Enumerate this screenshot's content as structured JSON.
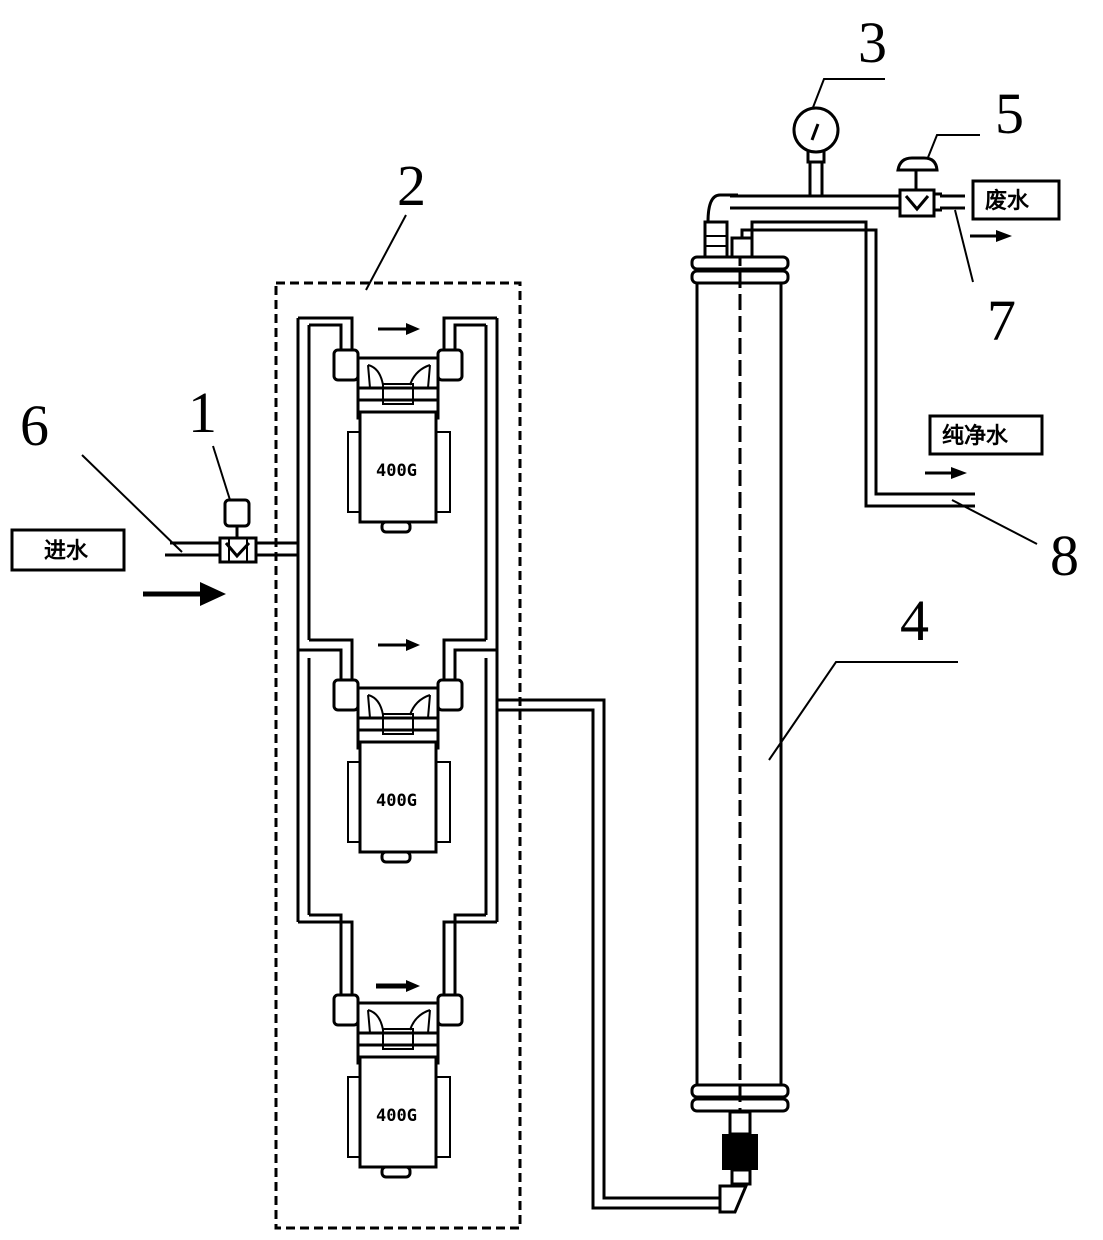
{
  "diagram": {
    "title": "Water purification system schematic",
    "part_numbers": {
      "n1": "1",
      "n2": "2",
      "n3": "3",
      "n4": "4",
      "n5": "5",
      "n6": "6",
      "n7": "7",
      "n8": "8"
    },
    "flow_labels": {
      "inlet": "进水",
      "waste": "废水",
      "pure": "纯净水"
    },
    "pumps": [
      {
        "model": "400G"
      },
      {
        "model": "400G"
      },
      {
        "model": "400G"
      }
    ],
    "components": [
      {
        "id": "1",
        "name": "solenoid-valve"
      },
      {
        "id": "2",
        "name": "booster-pump-group"
      },
      {
        "id": "3",
        "name": "pressure-gauge"
      },
      {
        "id": "4",
        "name": "ro-membrane-housing"
      },
      {
        "id": "5",
        "name": "waste-water-valve"
      },
      {
        "id": "6",
        "name": "inlet-pipe"
      },
      {
        "id": "7",
        "name": "waste-outlet-pipe"
      },
      {
        "id": "8",
        "name": "pure-water-outlet-pipe"
      }
    ]
  }
}
